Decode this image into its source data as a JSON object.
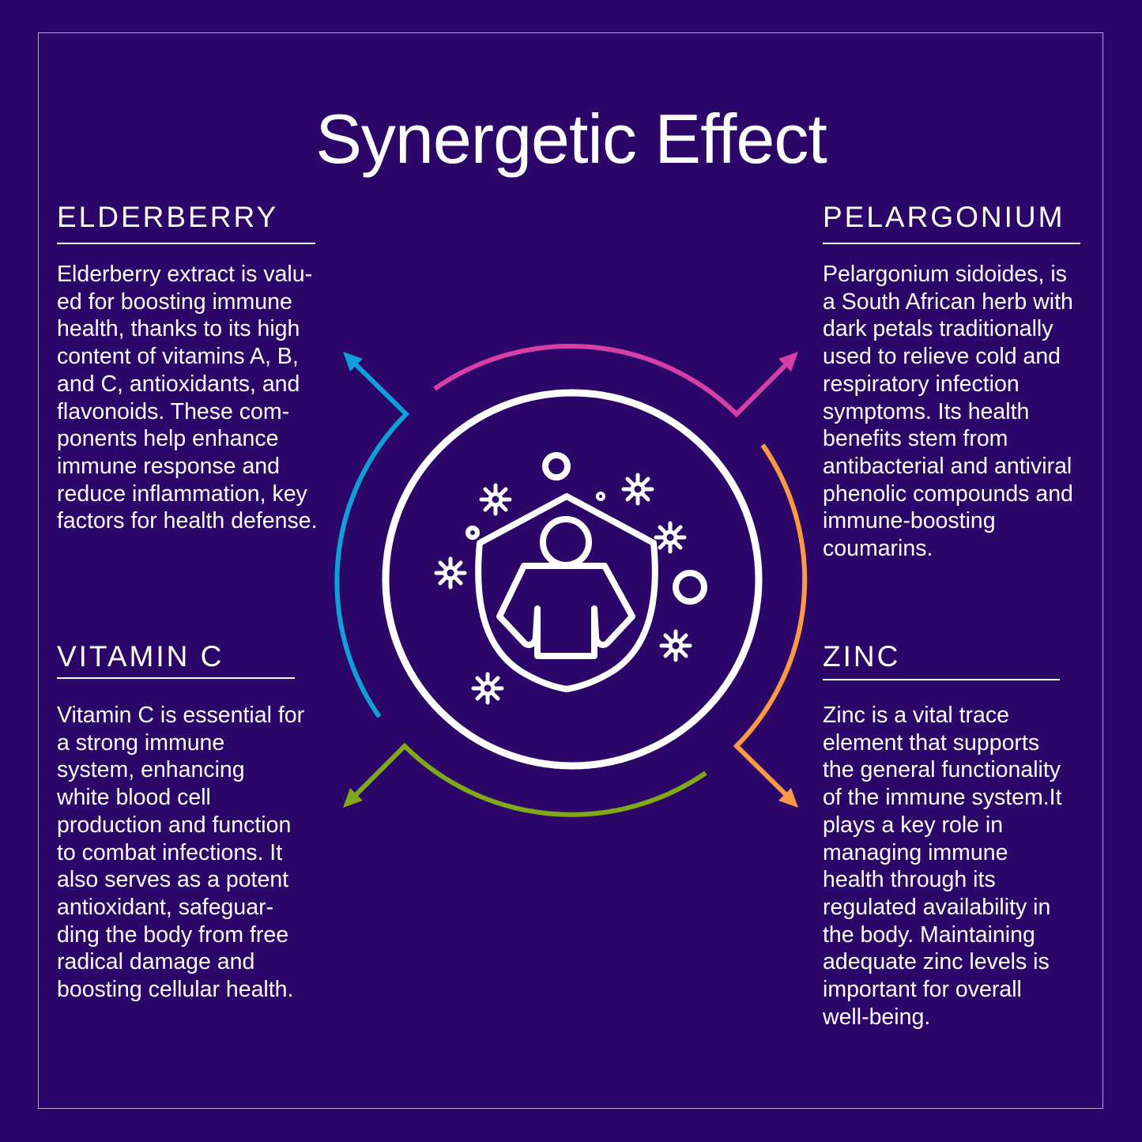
{
  "title": "Synergetic Effect",
  "sections": {
    "elderberry": {
      "heading": "ELDERBERRY",
      "text": "Elderberry extract is valu-\ned for boosting immune\nhealth, thanks to its high\ncontent of vitamins A, B,\nand C, antioxidants, and\nflavonoids. These com-\nponents help enhance\nimmune response and\nreduce inflammation, key\nfactors for health defense.",
      "color": "#119fd9"
    },
    "pelargonium": {
      "heading": "PELARGONIUM",
      "text": "Pelargonium sidoides,  is\na South African herb with\ndark petals traditionally\nused to relieve cold and\nrespiratory infection\nsymptoms. Its health\nbenefits stem from\nantibacterial and antiviral\nphenolic compounds and\nimmune-boosting\ncoumarins.",
      "color": "#d63fa6"
    },
    "vitamin_c": {
      "heading": "VITAMIN C",
      "text": "Vitamin C is essential for\na strong immune\nsystem, enhancing\nwhite blood cell\nproduction and function\nto combat infections. It\nalso serves as a potent\nantioxidant, safeguar-\nding the body from free\nradical damage and\nboosting cellular health.",
      "color": "#80a917"
    },
    "zinc": {
      "heading": "ZINC",
      "text": "Zinc is a vital trace\nelement that supports\nthe general functionality\nof the immune system.It\nplays a key role in\nmanaging immune\nhealth through its\nregulated availability in\nthe body. Maintaining\nadequate zinc levels is\nimportant for overall\nwell-being.",
      "color": "#fb9a45"
    }
  },
  "center_icon": "immune-shield-person-icon"
}
